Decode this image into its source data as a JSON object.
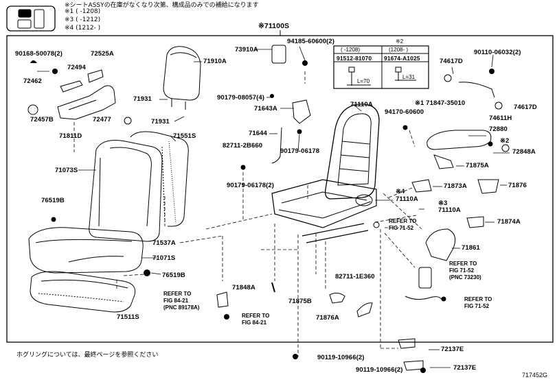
{
  "header": {
    "notice": "※シートASSYの在庫がなくなり次第、構成品のみでの補給になります",
    "variant_1": "※1 (    -1208)",
    "variant_3": "※3 (    -1212)",
    "variant_4": "※4 (1212-     )"
  },
  "main_part": "※71100S",
  "inset_table": {
    "mark": "※2",
    "col1_header": "(    -1208)",
    "col2_header": "(1208-     )",
    "col1_part": "91512-81070",
    "col2_part": "91674-A1025",
    "col1_dim": "L=70",
    "col2_dim": "L=31"
  },
  "parts": {
    "p90168": "90168-50078(2)",
    "p72525A": "72525A",
    "p72494": "72494",
    "p72462": "72462",
    "p72457B": "72457B",
    "p72477": "72477",
    "p71811D": "71811D",
    "p71910A": "71910A",
    "p71931a": "71931",
    "p71931b": "71931",
    "p71551S": "71551S",
    "p71073S": "71073S",
    "p76519Ba": "76519B",
    "p76519Bb": "76519B",
    "p71537A": "71537A",
    "p71071S": "71071S",
    "p71511S": "71511S",
    "p73910A": "73910A",
    "p94185": "94185-60600(2)",
    "p90179a": "90179-08057(4)",
    "p71643A": "71643A",
    "p71644": "71644",
    "p82711a": "82711-2B660",
    "p90179b": "90179-06178",
    "p90179c": "90179-06178(2)",
    "p71110Aa": "71110A",
    "p71110Ab": "71110A",
    "p71110Ac": "71110A",
    "p71110Ac_mark": "※3",
    "p71110Ab_mark": "※4",
    "p74617Da": "74617D",
    "p90110": "90110-06032(2)",
    "p71847": "※1 71847-35010",
    "p74617Db": "74617D",
    "p94170": "94170-60600",
    "p74611H": "74611H",
    "p72880": "72880",
    "p72848A": "72848A",
    "p72848A_mark": "※2",
    "p71875Aa": "71875A",
    "p71873A": "71873A",
    "p71876": "71876",
    "p71874A": "71874A",
    "p71861": "71861",
    "p71848A": "71848A",
    "p82711b": "82711-1E360",
    "p71875Bb": "71875B",
    "p71876A": "71876A",
    "p72137Ea": "72137E",
    "p72137Eb": "72137E",
    "p90119a": "90119-10966(2)",
    "p90119b": "90119-10966(2)"
  },
  "refs": {
    "r1": "REFER TO\nFIG 71-52",
    "r2": "REFER TO\nFIG 71-52\n(PNC 73230)",
    "r3": "REFER TO\nFIG 71-52",
    "r4": "REFER TO\nFIG 84-21\n(PNC 89178A)",
    "r5": "REFER TO\nFIG 84-21"
  },
  "footer": {
    "note": "ホグリングについては、最終ページを参照ください",
    "figure_id": "717452G"
  }
}
